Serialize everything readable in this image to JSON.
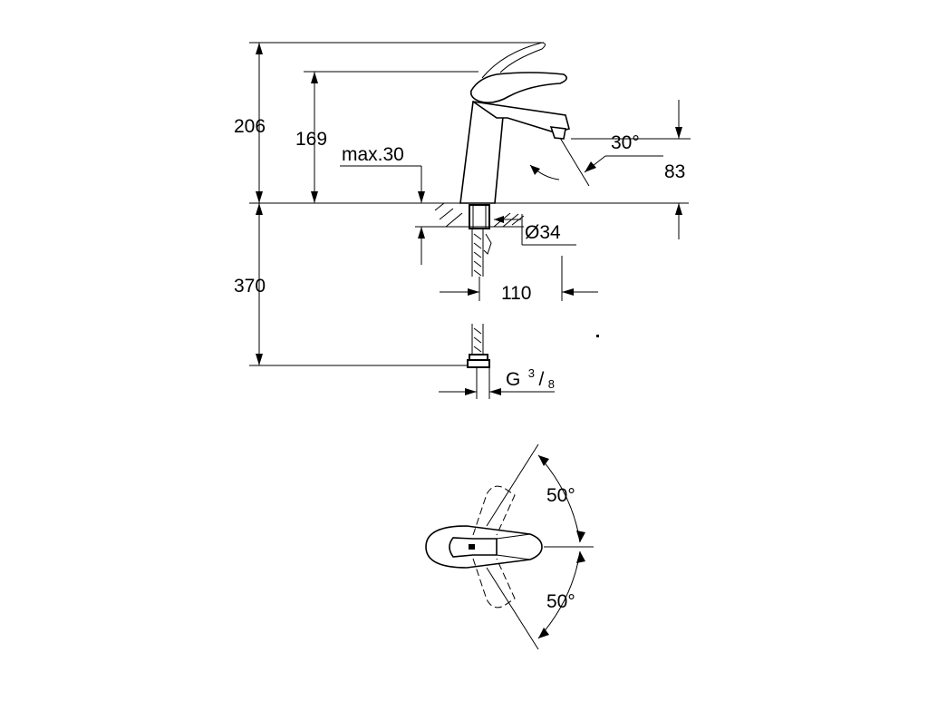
{
  "side_view": {
    "height_total": "206",
    "height_spout": "169",
    "deck_thickness": "max.30",
    "spout_angle": "30°",
    "spout_clearance": "83",
    "hole_diameter": "Ø34",
    "hose_length": "370",
    "reach": "110",
    "thread_prefix": "G",
    "thread_numerator": "3",
    "thread_denominator": "8"
  },
  "top_view": {
    "rotation_upper": "50°",
    "rotation_lower": "50°"
  }
}
